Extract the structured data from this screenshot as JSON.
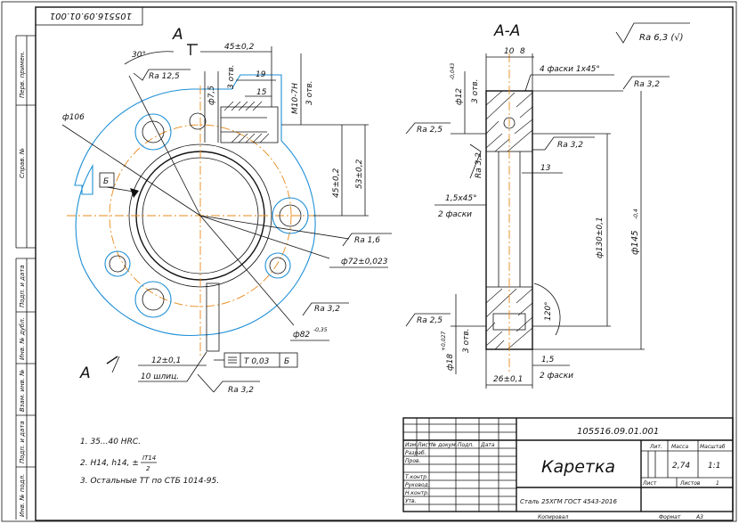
{
  "document": {
    "designation": "105516.09.01.001",
    "designation_rotated": "105516.09.01.001",
    "part_name": "Каретка",
    "material": "Сталь 25ХГМ ГОСТ 4543-2016",
    "mass": "2,74",
    "scale": "1:1",
    "sheet_label": "Лист",
    "sheets_label": "Листов",
    "sheets_count": "1",
    "copied_label": "Копировал",
    "format_label": "Формат",
    "format_value": "А3"
  },
  "title_block": {
    "col_lit": "Лит.",
    "col_mass": "Масса",
    "col_scale": "Масштаб",
    "rows": [
      "Разраб.",
      "Пров.",
      "Т.контр.",
      "Руковод.",
      "Н.контр.",
      "Утв."
    ],
    "header_izm": "Изм.",
    "header_list": "Лист",
    "header_doc": "№ докум.",
    "header_sign": "Подп.",
    "header_date": "Дата"
  },
  "side_stamps": [
    "Перв. примен.",
    "Справ. №",
    "Подп. и дата",
    "Инв. № дубл.",
    "Взам. инв. №",
    "Подп. и дата",
    "Инв. № подл."
  ],
  "roughness_general": "Ra 6,3 (√)",
  "notes": [
    "1. 35...40 HRC.",
    "2. H14, h14, ±",
    "3. Остальные ТТ по СТБ 1014-95."
  ],
  "notes_fraction": {
    "num": "IT14",
    "den": "2"
  },
  "view_left": {
    "label_a_top": "А",
    "label_a_bottom": "А",
    "angle_30": "30°",
    "ra_12_5": "Ra 12,5",
    "dim_d106": "ф106",
    "dim_d7_5": "ф7,5",
    "holes_3": "3 отв.",
    "dim_45_top": "45±0,2",
    "dim_19": "19",
    "dim_15": "15",
    "thread": "М10-7Н",
    "thread_holes": "3 отв.",
    "dim_45_side": "45±0,2",
    "dim_53": "53±0,2",
    "datum_b": "Б",
    "ra_1_6": "Ra 1,6",
    "dim_d72": "ф72±0,023",
    "ra_3_2": "Ra 3,2",
    "dim_d82": "ф82",
    "dim_d82_tol": "-0,35",
    "dim_12": "12±0,1",
    "splines": "10 шлиц.",
    "tolerance_t": "Т 0,03",
    "tolerance_datum": "Б",
    "ra_3_2_bottom": "Ra 3,2"
  },
  "section": {
    "label": "А-А",
    "dim_10": "10",
    "dim_8": "8",
    "chamfers_4": "4 фаски 1х45°",
    "ra_3_2_top": "Ra 3,2",
    "dim_d12": "ф12",
    "dim_d12_tol": "-0,043",
    "holes_3": "3 отв.",
    "ra_2_5_top": "Ra 2,5",
    "ra_3_2_side": "Ra 3,2",
    "ra_3_2_mid": "Ra 3,2",
    "dim_13": "13",
    "chamfer_15": "1,5х45°",
    "chamfers_2": "2 фаски",
    "dim_d130": "ф130±0,1",
    "dim_d145": "ф145",
    "dim_d145_tol": "-0,4",
    "angle_120": "120°",
    "ra_2_5_bottom": "Ra 2,5",
    "dim_d18": "ф18",
    "dim_d18_tol": "+0,027",
    "holes_3b": "3 отв.",
    "dim_1_5": "1,5",
    "chamfers_2b": "2 фаски",
    "dim_26": "26±0,1"
  }
}
